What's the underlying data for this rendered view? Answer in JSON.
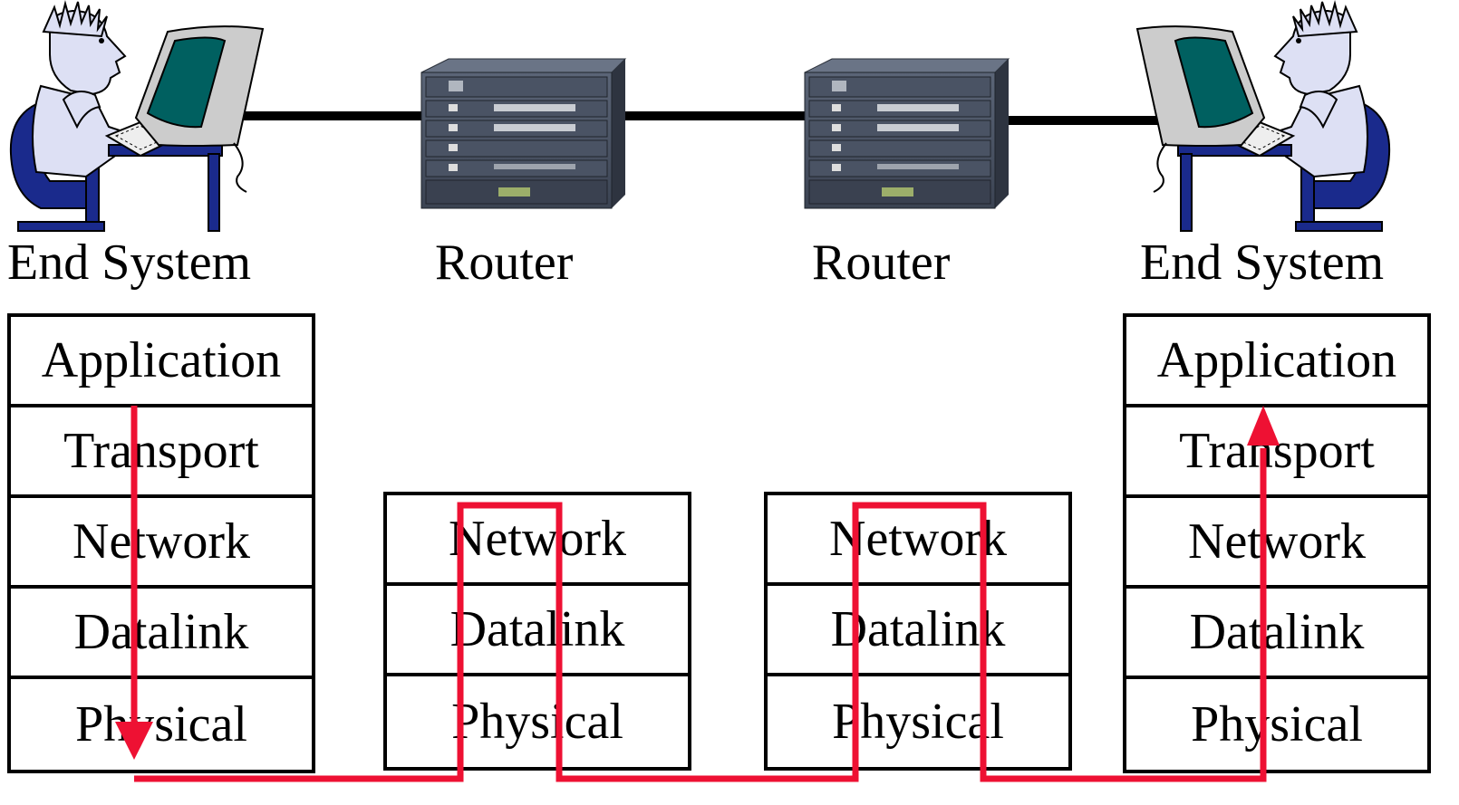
{
  "nodes": [
    {
      "label": "End System",
      "icon": "user-at-computer-icon"
    },
    {
      "label": "Router",
      "icon": "router-chassis-icon"
    },
    {
      "label": "Router",
      "icon": "router-chassis-icon"
    },
    {
      "label": "End System",
      "icon": "user-at-computer-icon"
    }
  ],
  "stacks": {
    "end_left": [
      "Application",
      "Transport",
      "Network",
      "Datalink",
      "Physical"
    ],
    "router_1": [
      "Network",
      "Datalink",
      "Physical"
    ],
    "router_2": [
      "Network",
      "Datalink",
      "Physical"
    ],
    "end_right": [
      "Application",
      "Transport",
      "Network",
      "Datalink",
      "Physical"
    ]
  },
  "colors": {
    "path": "#ee1133",
    "link": "#000000",
    "person_fill": "#dde0f4",
    "chair": "#1a2a8c",
    "screen": "#006060",
    "router_body": "#3f4757"
  }
}
